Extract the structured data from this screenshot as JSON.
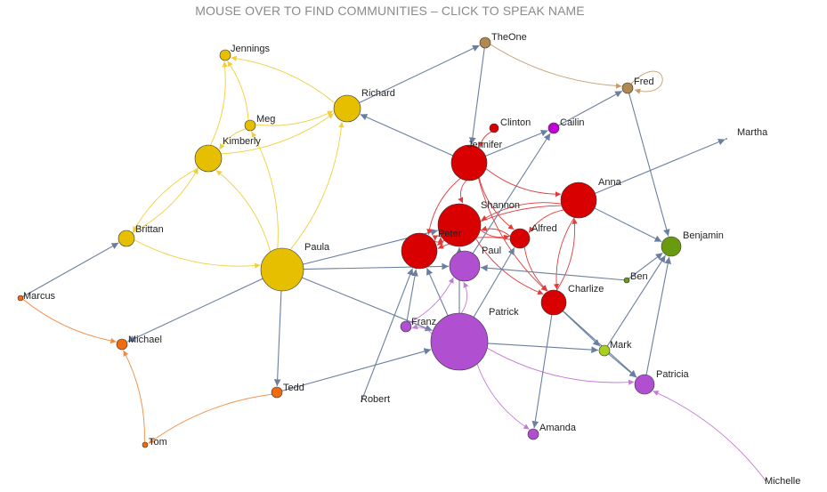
{
  "title": "MOUSE OVER TO FIND COMMUNITIES – CLICK TO SPEAK NAME",
  "colors": {
    "yellow": "#e6bf00",
    "red": "#d80000",
    "purple": "#b04fd0",
    "orange": "#f06a10",
    "green": "#6a9a10",
    "lime": "#a8cf20",
    "brown": "#b08850",
    "magenta": "#c400d8",
    "edge_default": "#6a7fa0"
  },
  "nodes": [
    {
      "id": "Jennings",
      "group": "yellow",
      "size": 1
    },
    {
      "id": "Meg",
      "group": "yellow",
      "size": 1
    },
    {
      "id": "Kimberly",
      "group": "yellow",
      "size": 3
    },
    {
      "id": "Richard",
      "group": "yellow",
      "size": 3
    },
    {
      "id": "Brittan",
      "group": "yellow",
      "size": 1.5
    },
    {
      "id": "Paula",
      "group": "yellow",
      "size": 7
    },
    {
      "id": "Marcus",
      "group": "orange",
      "size": 0.3
    },
    {
      "id": "Michael",
      "group": "orange",
      "size": 1
    },
    {
      "id": "Tom",
      "group": "orange",
      "size": 0.3
    },
    {
      "id": "Tedd",
      "group": "orange",
      "size": 1
    },
    {
      "id": "TheOne",
      "group": "brown",
      "size": 1
    },
    {
      "id": "Fred",
      "group": "brown",
      "size": 1
    },
    {
      "id": "Clinton",
      "group": "red",
      "size": 1
    },
    {
      "id": "Cailin",
      "group": "magenta",
      "size": 1
    },
    {
      "id": "Jennifer",
      "group": "red",
      "size": 5
    },
    {
      "id": "Anna",
      "group": "red",
      "size": 5
    },
    {
      "id": "Shannon",
      "group": "red",
      "size": 6
    },
    {
      "id": "Peter",
      "group": "red",
      "size": 5
    },
    {
      "id": "Alfred",
      "group": "red",
      "size": 2
    },
    {
      "id": "Paul",
      "group": "purple",
      "size": 4
    },
    {
      "id": "Charlize",
      "group": "red",
      "size": 3
    },
    {
      "id": "Benjamin",
      "group": "green",
      "size": 2.5
    },
    {
      "id": "Ben",
      "group": "green",
      "size": 0.5
    },
    {
      "id": "Franz",
      "group": "purple",
      "size": 1
    },
    {
      "id": "Patrick",
      "group": "purple",
      "size": 12
    },
    {
      "id": "Mark",
      "group": "lime",
      "size": 1
    },
    {
      "id": "Patricia",
      "group": "purple",
      "size": 2.5
    },
    {
      "id": "Robert",
      "group": "purple",
      "size": 0.1
    },
    {
      "id": "Amanda",
      "group": "purple",
      "size": 1
    },
    {
      "id": "Martha",
      "group": "purple",
      "size": 0.1
    },
    {
      "id": "Michelle",
      "group": "purple",
      "size": 0.1
    }
  ],
  "edges": [
    [
      "Meg",
      "Jennings"
    ],
    [
      "Kimberly",
      "Jennings"
    ],
    [
      "Meg",
      "Kimberly"
    ],
    [
      "Richard",
      "Jennings"
    ],
    [
      "Kimberly",
      "Richard"
    ],
    [
      "Meg",
      "Richard"
    ],
    [
      "Brittan",
      "Kimberly"
    ],
    [
      "Kimberly",
      "Brittan"
    ],
    [
      "Paula",
      "Kimberly"
    ],
    [
      "Paula",
      "Meg"
    ],
    [
      "Paula",
      "Richard"
    ],
    [
      "Brittan",
      "Paula"
    ],
    [
      "Marcus",
      "Brittan"
    ],
    [
      "Marcus",
      "Michael"
    ],
    [
      "Tom",
      "Michael"
    ],
    [
      "Tedd",
      "Tom"
    ],
    [
      "Paula",
      "Michael"
    ],
    [
      "Paula",
      "Tedd"
    ],
    [
      "Paula",
      "Shannon"
    ],
    [
      "Paula",
      "Paul"
    ],
    [
      "Paula",
      "Patrick"
    ],
    [
      "Jennifer",
      "Richard"
    ],
    [
      "TheOne",
      "Jennifer"
    ],
    [
      "Richard",
      "TheOne"
    ],
    [
      "TheOne",
      "Fred"
    ],
    [
      "Fred",
      "Fred"
    ],
    [
      "Cailin",
      "Fred"
    ],
    [
      "Fred",
      "Benjamin"
    ],
    [
      "Jennifer",
      "Cailin"
    ],
    [
      "Clinton",
      "Jennifer"
    ],
    [
      "Jennifer",
      "Anna"
    ],
    [
      "Anna",
      "Martha"
    ],
    [
      "Anna",
      "Benjamin"
    ],
    [
      "Jennifer",
      "Shannon"
    ],
    [
      "Jennifer",
      "Peter"
    ],
    [
      "Jennifer",
      "Alfred"
    ],
    [
      "Jennifer",
      "Charlize"
    ],
    [
      "Anna",
      "Peter"
    ],
    [
      "Anna",
      "Alfred"
    ],
    [
      "Anna",
      "Charlize"
    ],
    [
      "Anna",
      "Shannon"
    ],
    [
      "Shannon",
      "Peter"
    ],
    [
      "Peter",
      "Shannon"
    ],
    [
      "Shannon",
      "Alfred"
    ],
    [
      "Shannon",
      "Charlize"
    ],
    [
      "Alfred",
      "Peter"
    ],
    [
      "Alfred",
      "Shannon"
    ],
    [
      "Alfred",
      "Charlize"
    ],
    [
      "Charlize",
      "Anna"
    ],
    [
      "Charlize",
      "Mark"
    ],
    [
      "Mark",
      "Benjamin"
    ],
    [
      "Ben",
      "Benjamin"
    ],
    [
      "Ben",
      "Paul"
    ],
    [
      "Patricia",
      "Benjamin"
    ],
    [
      "Mark",
      "Patricia"
    ],
    [
      "Michelle",
      "Patricia"
    ],
    [
      "Charlize",
      "Patricia"
    ],
    [
      "Patrick",
      "Patricia"
    ],
    [
      "Patrick",
      "Mark"
    ],
    [
      "Patrick",
      "Amanda"
    ],
    [
      "Charlize",
      "Amanda"
    ],
    [
      "Patrick",
      "Franz"
    ],
    [
      "Patrick",
      "Paul"
    ],
    [
      "Patrick",
      "Peter"
    ],
    [
      "Patrick",
      "Alfred"
    ],
    [
      "Franz",
      "Paul"
    ],
    [
      "Franz",
      "Peter"
    ],
    [
      "Paul",
      "Cailin"
    ],
    [
      "Tedd",
      "Patrick"
    ],
    [
      "Robert",
      "Peter"
    ],
    [
      "Patrick",
      "Shannon"
    ]
  ]
}
